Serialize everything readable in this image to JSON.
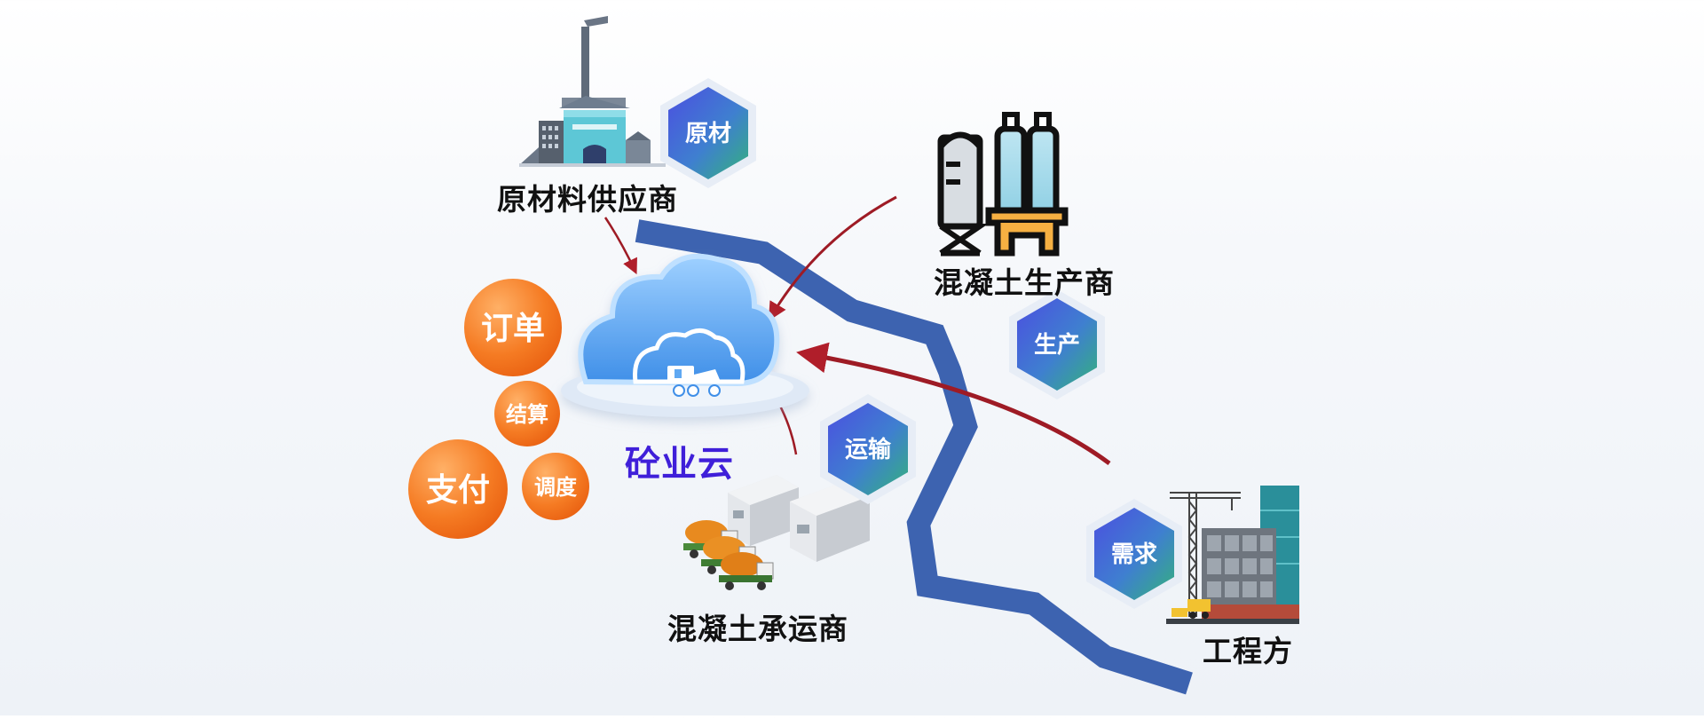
{
  "nodes": {
    "supplier": "原材料供应商",
    "producer": "混凝土生产商",
    "carrier": "混凝土承运商",
    "client": "工程方",
    "cloud": "砼业云"
  },
  "hexagons": {
    "raw": "原材",
    "production": "生产",
    "transport": "运输",
    "demand": "需求"
  },
  "functions": {
    "order": "订单",
    "settlement": "结算",
    "payment": "支付",
    "dispatch": "调度"
  },
  "colors": {
    "road": "#3d63b0",
    "arrow": "#9e1b25",
    "function_orange": "#f57b23",
    "hex_blue": "#4b4fe0",
    "hex_green": "#34b27a",
    "cloud_blue": "#5ea8f2",
    "cloud_label": "#3f1fd9"
  },
  "icons": [
    "factory-icon",
    "silo-plant-icon",
    "warehouse-icon",
    "mixer-truck-icon",
    "crane-building-icon",
    "cloud-truck-icon"
  ]
}
